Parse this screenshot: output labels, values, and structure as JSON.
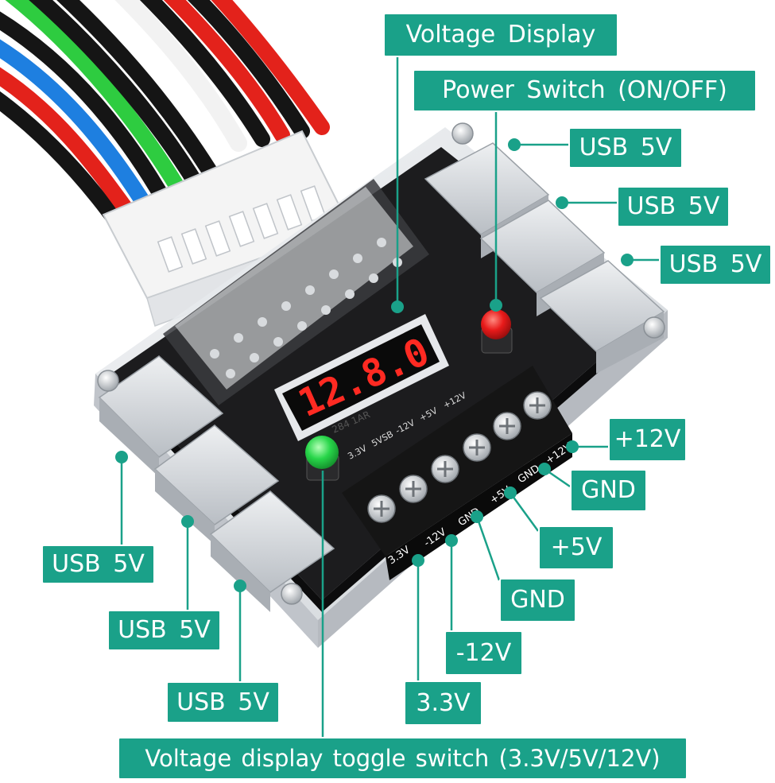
{
  "colors": {
    "callout_bg": "#1aa189",
    "callout_text": "#ffffff",
    "leader_line": "#1aa189",
    "board": "#1c1c1e",
    "acrylic": "#e6e9ec",
    "usb_port": "#dcdfe3",
    "terminal_body": "#151515",
    "terminal_screw": "#cfd2d6",
    "led_digits": "#ff2a22",
    "power_button": "#e81a1a",
    "toggle_button": "#28d64a",
    "wire_red": "#e3221b",
    "wire_black": "#151515",
    "wire_green": "#2ecc40",
    "wire_blue": "#1e7fe0",
    "wire_white": "#f2f2f2",
    "connector": "#f4f4f4"
  },
  "icons": [
    "screw-icon",
    "usb-port-icon",
    "led-display-icon",
    "push-button-icon",
    "atx-connector-icon"
  ],
  "callouts": {
    "voltage_display": "Voltage  Display",
    "power_switch": "Power  Switch  (ON/OFF)",
    "usb_right_1": "USB  5V",
    "usb_right_2": "USB  5V",
    "usb_right_3": "USB  5V",
    "plus_12v": "+12V",
    "gnd_1": "GND",
    "plus_5v": "+5V",
    "gnd_2": "GND",
    "minus_12v": "-12V",
    "v3_3": "3.3V",
    "usb_left_1": "USB  5V",
    "usb_left_2": "USB  5V",
    "usb_left_3": "USB  5V",
    "toggle_switch": "Voltage display toggle switch  (3.3V/5V/12V)"
  },
  "board": {
    "display_digits": "12.8.0",
    "terminal_labels": [
      "3.3V",
      "-12V",
      "GND",
      "+5V",
      "GND",
      "+12V"
    ],
    "silk_labels": [
      "3.3V",
      "5VSB",
      "-12V",
      "+5V",
      "+12V"
    ],
    "chip_label": "284 1AR"
  }
}
